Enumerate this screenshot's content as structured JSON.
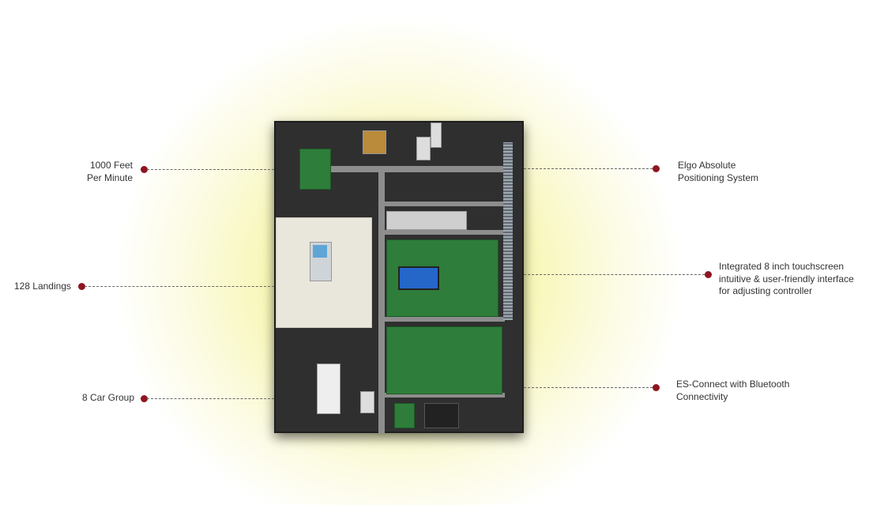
{
  "callouts": {
    "left": [
      {
        "lines": [
          "1000 Feet",
          "Per Minute"
        ]
      },
      {
        "lines": [
          "128 Landings"
        ]
      },
      {
        "lines": [
          "8 Car Group"
        ]
      }
    ],
    "right": [
      {
        "lines": [
          "Elgo Absolute",
          "Positioning System"
        ]
      },
      {
        "lines": [
          "Integrated 8 inch touchscreen",
          "intuitive & user-friendly interface",
          "for adjusting controller"
        ]
      },
      {
        "lines": [
          "ES-Connect with Bluetooth",
          "Connectivity"
        ]
      }
    ]
  },
  "colors": {
    "dot": "#8e1520",
    "glow": "#f6f59a",
    "cabinet": "#2f2f2f"
  }
}
